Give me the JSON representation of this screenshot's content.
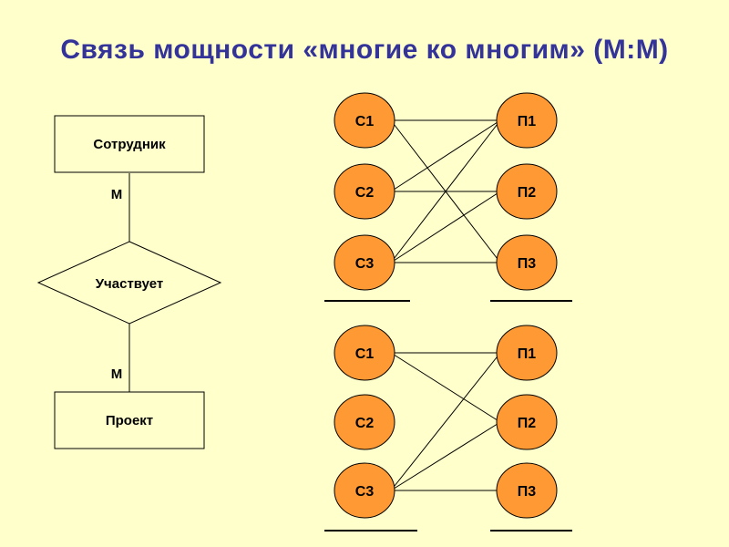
{
  "title": "Связь мощности «многие ко многим» (М:М)",
  "er": {
    "entity_top": "Сотрудник",
    "relationship": "Участвует",
    "entity_bottom": "Проект",
    "card_top": "М",
    "card_bottom": "М"
  },
  "graph_top": {
    "left_nodes": [
      "С1",
      "С2",
      "С3"
    ],
    "right_nodes": [
      "П1",
      "П2",
      "П3"
    ],
    "edges": [
      [
        "С1",
        "П1"
      ],
      [
        "С1",
        "П3"
      ],
      [
        "С2",
        "П1"
      ],
      [
        "С2",
        "П2"
      ],
      [
        "С3",
        "П1"
      ],
      [
        "С3",
        "П2"
      ],
      [
        "С3",
        "П3"
      ]
    ]
  },
  "graph_bottom": {
    "left_nodes": [
      "С1",
      "С2",
      "С3"
    ],
    "right_nodes": [
      "П1",
      "П2",
      "П3"
    ],
    "edges": [
      [
        "С1",
        "П1"
      ],
      [
        "С1",
        "П2"
      ],
      [
        "С3",
        "П1"
      ],
      [
        "С3",
        "П2"
      ],
      [
        "С3",
        "П3"
      ]
    ]
  },
  "colors": {
    "background": "#ffffcc",
    "title": "#333399",
    "node_fill": "#ff9933",
    "stroke": "#000000"
  }
}
